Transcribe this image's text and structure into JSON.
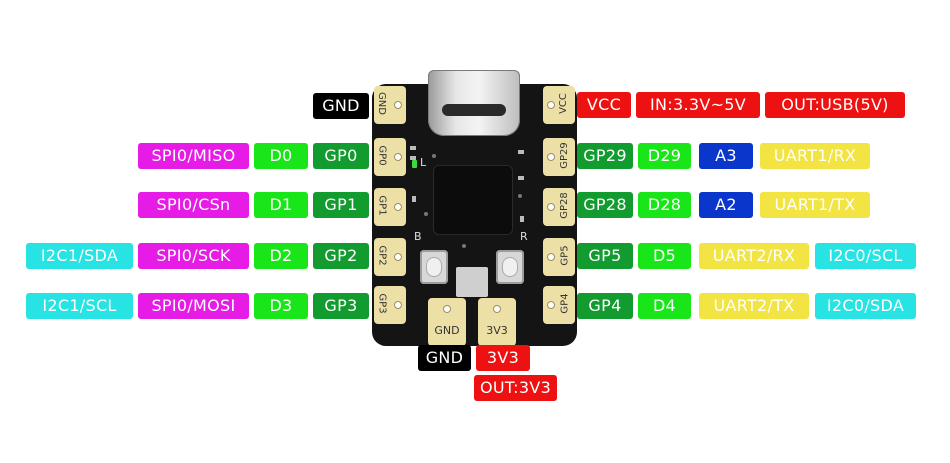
{
  "board": {
    "left_pads": [
      "GND",
      "GP0",
      "GP1",
      "GP2",
      "GP3"
    ],
    "right_pads": [
      "VCC",
      "GP29",
      "GP28",
      "GP5",
      "GP4"
    ],
    "bottom_pads": [
      "GND",
      "3V3"
    ],
    "button_left": "B",
    "button_right": "R",
    "led_label": "L"
  },
  "labels_left": [
    {
      "text": "GND",
      "color": "black"
    },
    {
      "text": "SPI0/MISO",
      "color": "magenta"
    },
    {
      "text": "D0",
      "color": "lgreen"
    },
    {
      "text": "GP0",
      "color": "dgreen"
    },
    {
      "text": "SPI0/CSn",
      "color": "magenta"
    },
    {
      "text": "D1",
      "color": "lgreen"
    },
    {
      "text": "GP1",
      "color": "dgreen"
    },
    {
      "text": "I2C1/SDA",
      "color": "cyan"
    },
    {
      "text": "SPI0/SCK",
      "color": "magenta"
    },
    {
      "text": "D2",
      "color": "lgreen"
    },
    {
      "text": "GP2",
      "color": "dgreen"
    },
    {
      "text": "I2C1/SCL",
      "color": "cyan"
    },
    {
      "text": "SPI0/MOSI",
      "color": "magenta"
    },
    {
      "text": "D3",
      "color": "lgreen"
    },
    {
      "text": "GP3",
      "color": "dgreen"
    }
  ],
  "labels_right": [
    {
      "text": "VCC",
      "color": "red"
    },
    {
      "text": "IN:3.3V~5V",
      "color": "red"
    },
    {
      "text": "OUT:USB(5V)",
      "color": "red"
    },
    {
      "text": "GP29",
      "color": "dgreen"
    },
    {
      "text": "D29",
      "color": "lgreen"
    },
    {
      "text": "A3",
      "color": "blue"
    },
    {
      "text": "UART1/RX",
      "color": "yellow"
    },
    {
      "text": "GP28",
      "color": "dgreen"
    },
    {
      "text": "D28",
      "color": "lgreen"
    },
    {
      "text": "A2",
      "color": "blue"
    },
    {
      "text": "UART1/TX",
      "color": "yellow"
    },
    {
      "text": "GP5",
      "color": "dgreen"
    },
    {
      "text": "D5",
      "color": "lgreen"
    },
    {
      "text": "UART2/RX",
      "color": "yellow"
    },
    {
      "text": "I2C0/SCL",
      "color": "cyan"
    },
    {
      "text": "GP4",
      "color": "dgreen"
    },
    {
      "text": "D4",
      "color": "lgreen"
    },
    {
      "text": "UART2/TX",
      "color": "yellow"
    },
    {
      "text": "I2C0/SDA",
      "color": "cyan"
    }
  ],
  "labels_bottom": [
    {
      "text": "GND",
      "color": "black"
    },
    {
      "text": "3V3",
      "color": "red"
    },
    {
      "text": "OUT:3V3",
      "color": "red"
    }
  ]
}
